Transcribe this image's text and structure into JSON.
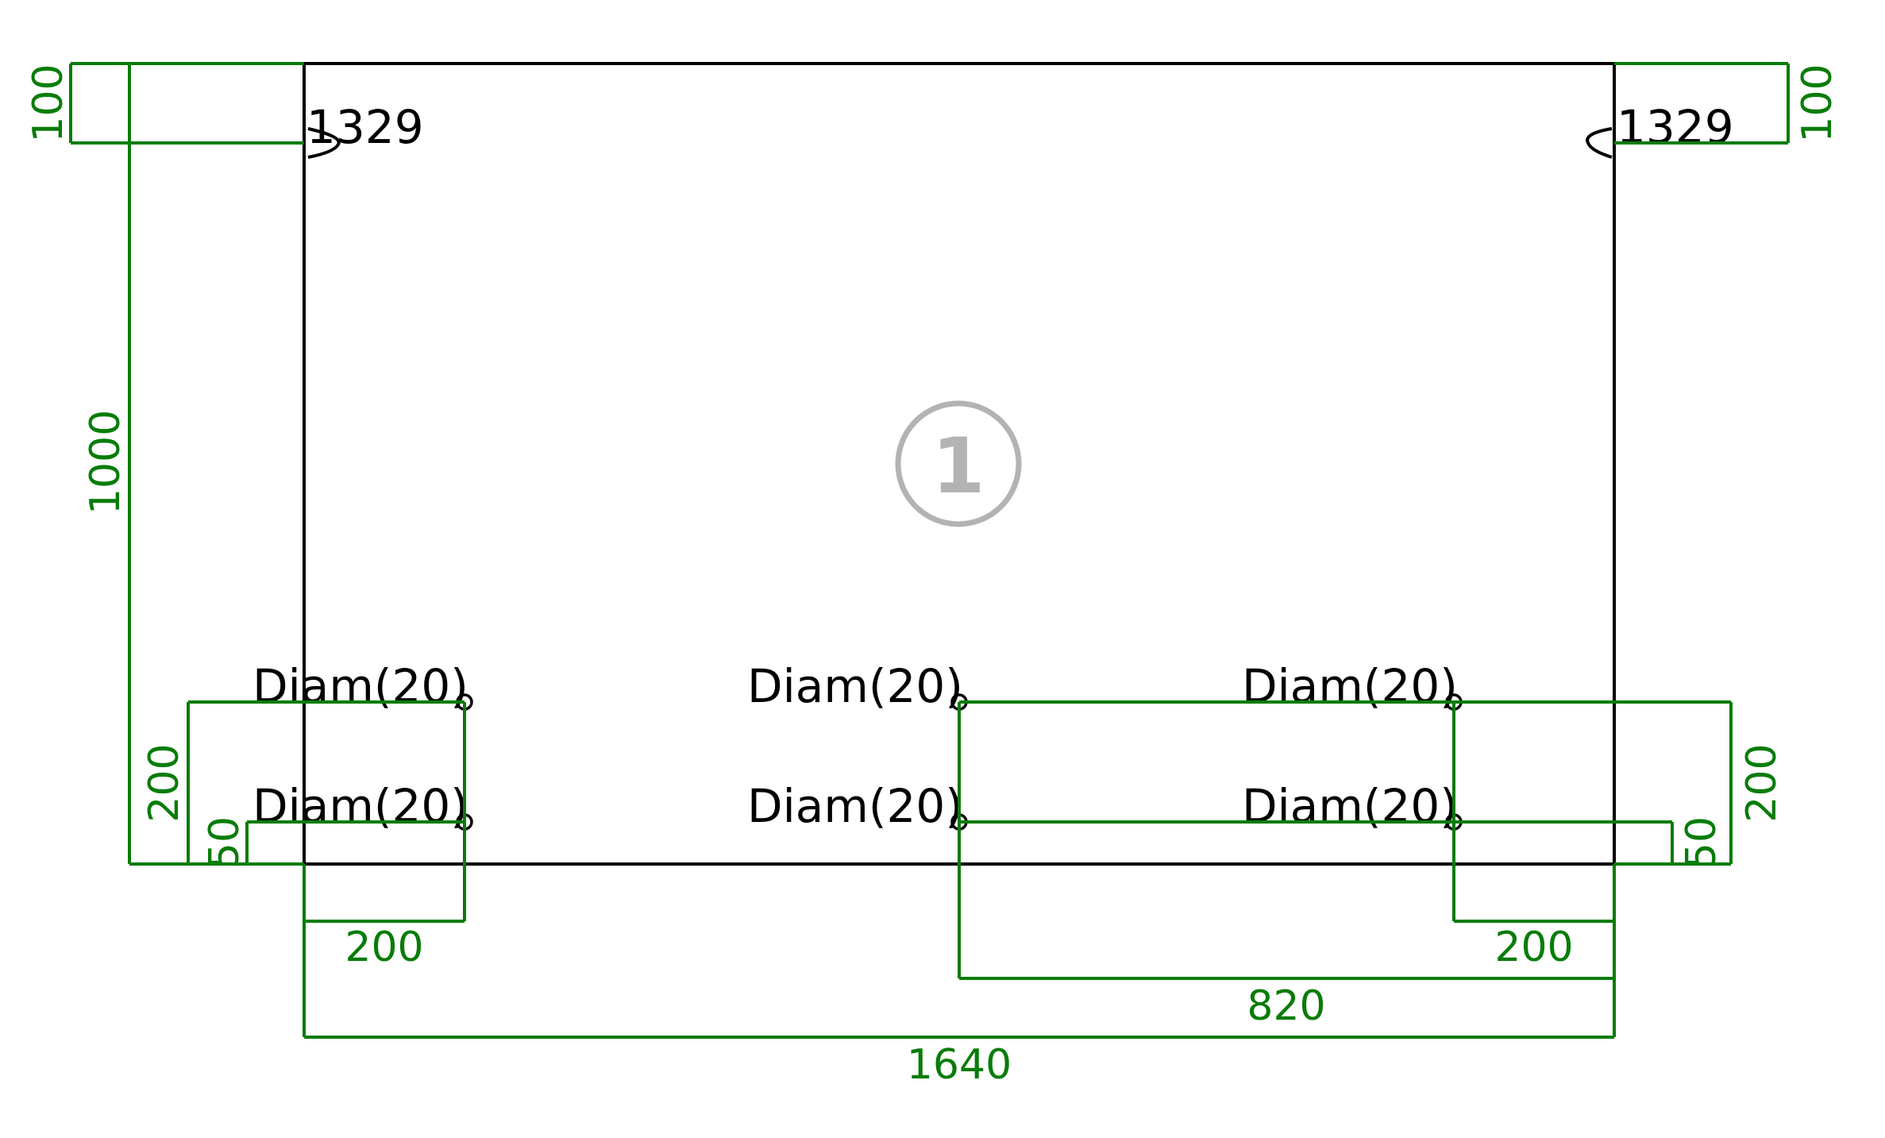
{
  "colors": {
    "dimension": "#087c08",
    "outline": "#000000",
    "badge": "#b3b3b3",
    "background": "#ffffff"
  },
  "part": {
    "badge_number": "1",
    "hinge_left_label": "1329",
    "hinge_right_label": "1329"
  },
  "holes": {
    "label": "Diam(20)",
    "items": [
      {
        "label": "Diam(20)"
      },
      {
        "label": "Diam(20)"
      },
      {
        "label": "Diam(20)"
      },
      {
        "label": "Diam(20)"
      },
      {
        "label": "Diam(20)"
      },
      {
        "label": "Diam(20)"
      }
    ]
  },
  "dimensions": {
    "left_top_offset": "100",
    "right_top_offset": "100",
    "left_height": "1000",
    "left_lower_hole_row": "200",
    "left_bottom_hole_row": "50",
    "right_lower_hole_row": "200",
    "right_bottom_hole_row": "50",
    "bottom_left_hole_x": "200",
    "bottom_right_hole_x": "200",
    "bottom_center_hole_x": "820",
    "overall_width": "1640"
  }
}
